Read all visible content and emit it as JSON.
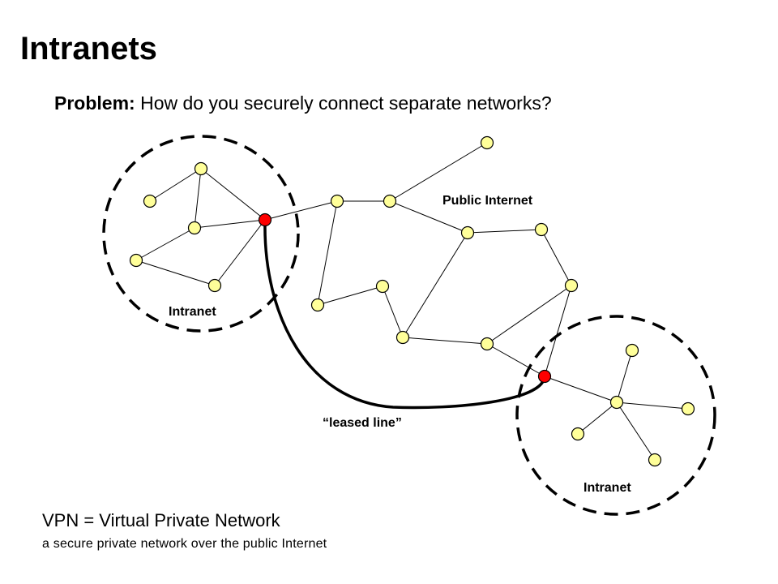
{
  "slide": {
    "title": "Intranets"
  },
  "problem": {
    "label": "Problem:",
    "text": "How do you securely connect separate networks?"
  },
  "diagram": {
    "labels": {
      "public_internet": "Public Internet",
      "intranet_left": "Intranet",
      "intranet_right": "Intranet",
      "leased_line": "“leased line”"
    },
    "colors": {
      "node_fill": "#ffff99",
      "gateway_fill": "#ff0000",
      "stroke": "#000000"
    }
  },
  "footer": {
    "vpn_definition": "VPN = Virtual Private Network",
    "vpn_subtitle": "a secure private network over the public Internet"
  }
}
